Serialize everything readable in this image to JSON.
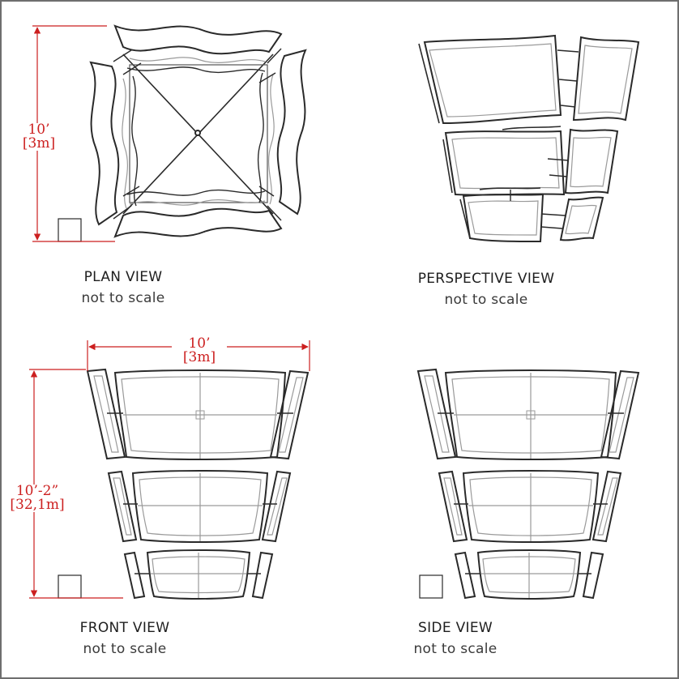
{
  "views": {
    "plan": {
      "title": "PLAN VIEW",
      "subtitle": "not to scale",
      "dim_line1": "10’",
      "dim_line2": "[3m]"
    },
    "perspective": {
      "title": "PERSPECTIVE VIEW",
      "subtitle": "not to scale"
    },
    "front": {
      "title": "FRONT VIEW",
      "subtitle": "not to scale",
      "width_dim_line1": "10’",
      "width_dim_line2": "[3m]",
      "height_dim_line1": "10’-2”",
      "height_dim_line2": "[32,1m]"
    },
    "side": {
      "title": "SIDE VIEW",
      "subtitle": "not to scale"
    }
  },
  "colors": {
    "line": "#2a2a2a",
    "light_line": "#9a9a9a",
    "dimension": "#cc1f1f",
    "frame": "#6e6e6e"
  }
}
